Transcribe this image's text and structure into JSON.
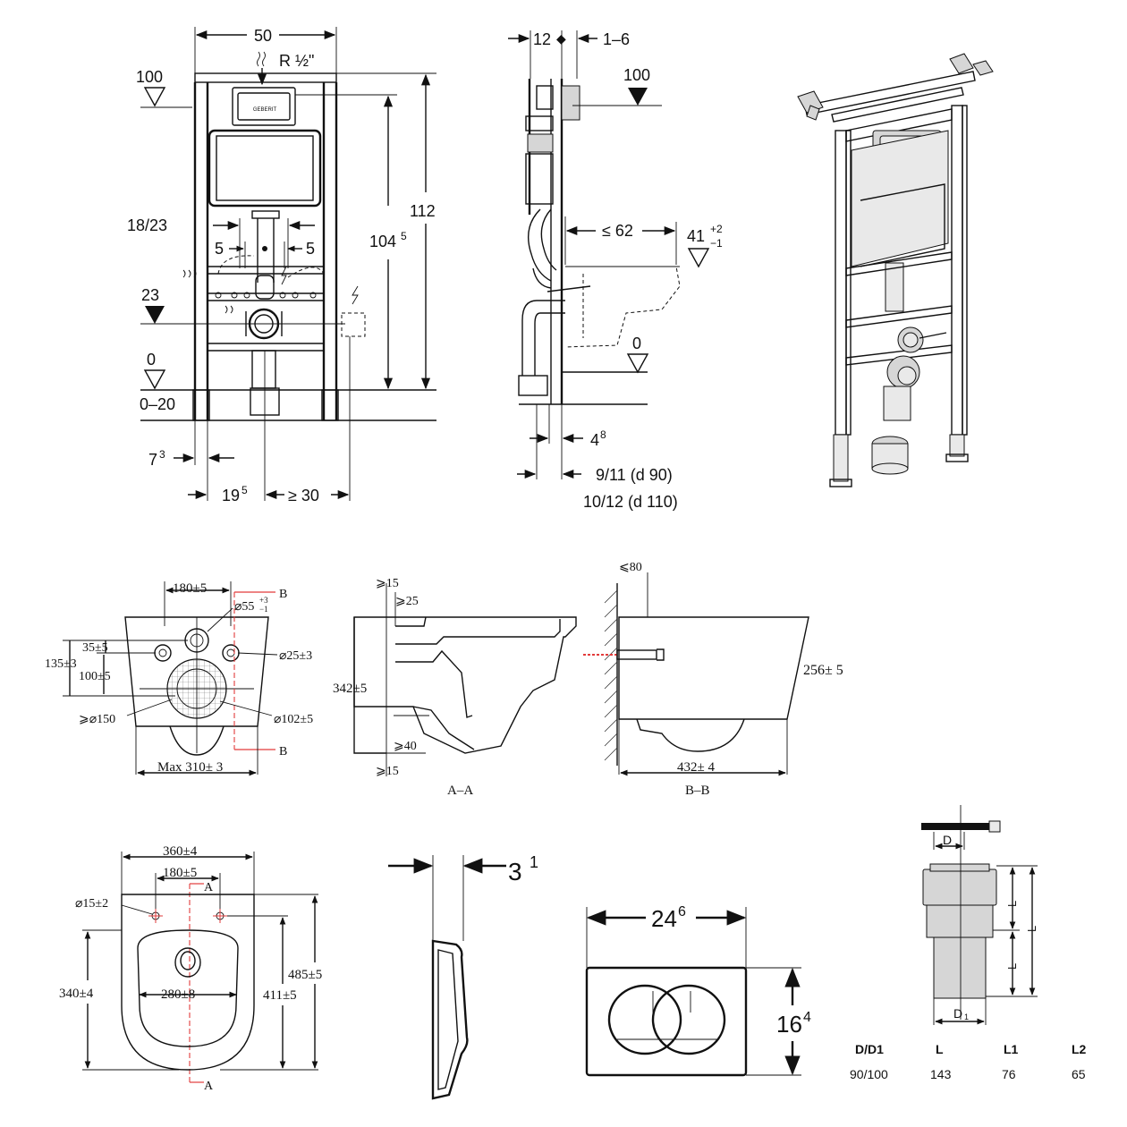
{
  "frame_front": {
    "width": "50",
    "supply": "R ½\"",
    "level_top": "100",
    "height_total": "112",
    "height_inner": "104",
    "height_inner_sup": "5",
    "waste_spacing": "18/23",
    "offset_left": "5",
    "offset_right": "5",
    "level_mid": "23",
    "level_zero": "0",
    "floor_adjust": "0–20",
    "foot_offset": "7",
    "foot_offset_sup": "3",
    "dist_left": "19",
    "dist_left_sup": "5",
    "dist_right": "≥ 30"
  },
  "frame_side": {
    "depth_top": "12",
    "depth_adjust": "1–6",
    "level_top": "100",
    "bowl_proj": "≤ 62",
    "level_bowl": "41",
    "level_bowl_tol_plus": "+2",
    "level_bowl_tol_minus": "−1",
    "level_zero": "0",
    "bottom_offset": "4",
    "bottom_offset_sup": "8",
    "pipe_d90": "9/11 (d 90)",
    "pipe_d110": "10/12 (d 110)"
  },
  "bowl_rear": {
    "hole_spacing": "180±5",
    "marker_b": "B",
    "inlet_dia": "⌀55",
    "inlet_tol_plus": "+3",
    "inlet_tol_minus": "−1",
    "bolt_dia": "⌀25±3",
    "dim_35": "35±5",
    "dim_135": "135±3",
    "dim_100": "100±5",
    "outlet_min": "⩾⌀150",
    "outlet_dia": "⌀102±5",
    "max_width": "Max 310± 3"
  },
  "section_aa": {
    "min_15_top": "⩾15",
    "min_25": "⩾25",
    "height": "342±5",
    "min_40": "⩾40",
    "min_15_bot": "⩾15",
    "label": "A–A"
  },
  "section_bb": {
    "max_80": "⩽80",
    "height": "256± 5",
    "depth": "432± 4",
    "label": "B–B"
  },
  "bowl_top": {
    "width": "360±4",
    "hole_spacing": "180±5",
    "marker_a": "A",
    "hole_dia": "⌀15±2",
    "width_340": "340±4",
    "width_280": "280±8",
    "len_485": "485±5",
    "len_411": "411±5"
  },
  "plate_side": {
    "thickness": "3",
    "thickness_sup": "1"
  },
  "plate_front": {
    "width": "24",
    "width_sup": "6",
    "height": "16",
    "height_sup": "4"
  },
  "connector": {
    "d_label": "D",
    "d1_label": "D",
    "l_label": "L",
    "l1_label": "L",
    "l2_label": "L",
    "headers": [
      "D/D1",
      "L",
      "L1",
      "L2"
    ],
    "values": [
      "90/100",
      "143",
      "76",
      "65"
    ]
  }
}
